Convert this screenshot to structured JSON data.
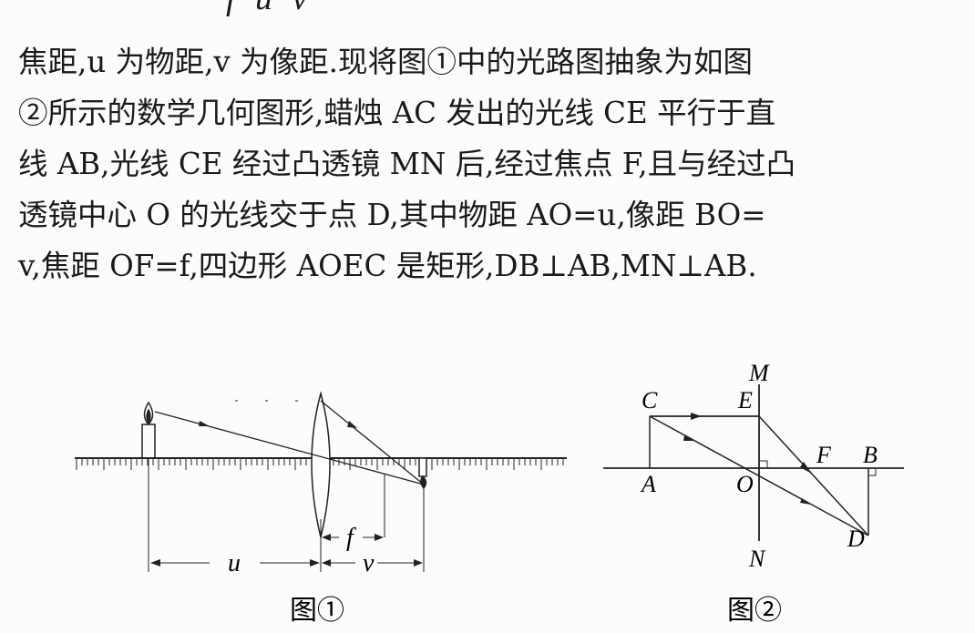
{
  "fragment": "f  u  v",
  "paragraph": {
    "lines": [
      "焦距,u 为物距,v 为像距.现将图①中的光路图抽象为如图",
      "②所示的数学几何图形,蜡烛 AC 发出的光线 CE 平行于直",
      "线 AB,光线 CE 经过凸透镜 MN 后,经过焦点 F,且与经过凸",
      "透镜中心 O 的光线交于点 D,其中物距 AO=u,像距 BO=",
      "v,焦距 OF=f,四边形 AOEC 是矩形,DB⊥AB,MN⊥AB."
    ]
  },
  "figure1": {
    "caption": "图①",
    "labels": {
      "u": "u",
      "f": "f",
      "v": "v"
    }
  },
  "figure2": {
    "caption": "图②",
    "points": {
      "M": "M",
      "C": "C",
      "E": "E",
      "F": "F",
      "B": "B",
      "A": "A",
      "O": "O",
      "D": "D",
      "N": "N"
    }
  }
}
